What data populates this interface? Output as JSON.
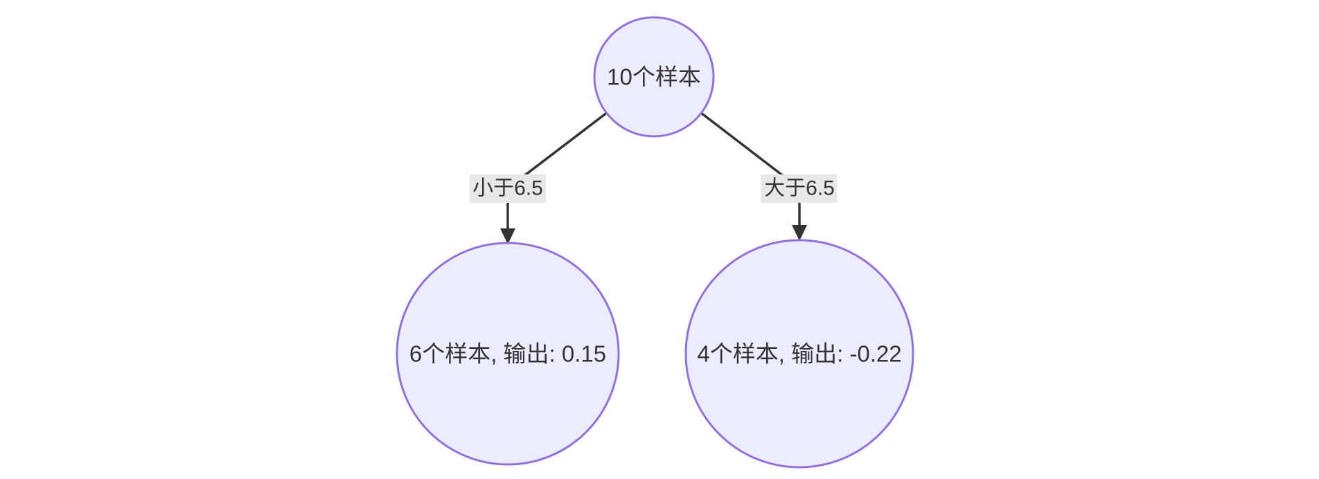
{
  "diagram": {
    "type": "decision-tree",
    "root": {
      "label": "10个样本"
    },
    "edges": [
      {
        "label": "小于6.5",
        "direction": "left"
      },
      {
        "label": "大于6.5",
        "direction": "right"
      }
    ],
    "leaves": [
      {
        "label": "6个样本, 输出: 0.15",
        "samples": 6,
        "output": 0.15
      },
      {
        "label": "4个样本, 输出: -0.22",
        "samples": 4,
        "output": -0.22
      }
    ],
    "colors": {
      "node_fill": "#ECECFF",
      "node_border": "#9370DB",
      "edge_line": "#333333",
      "edge_label_bg": "#e8e8e8",
      "text": "#333333",
      "background": "#ffffff"
    }
  }
}
